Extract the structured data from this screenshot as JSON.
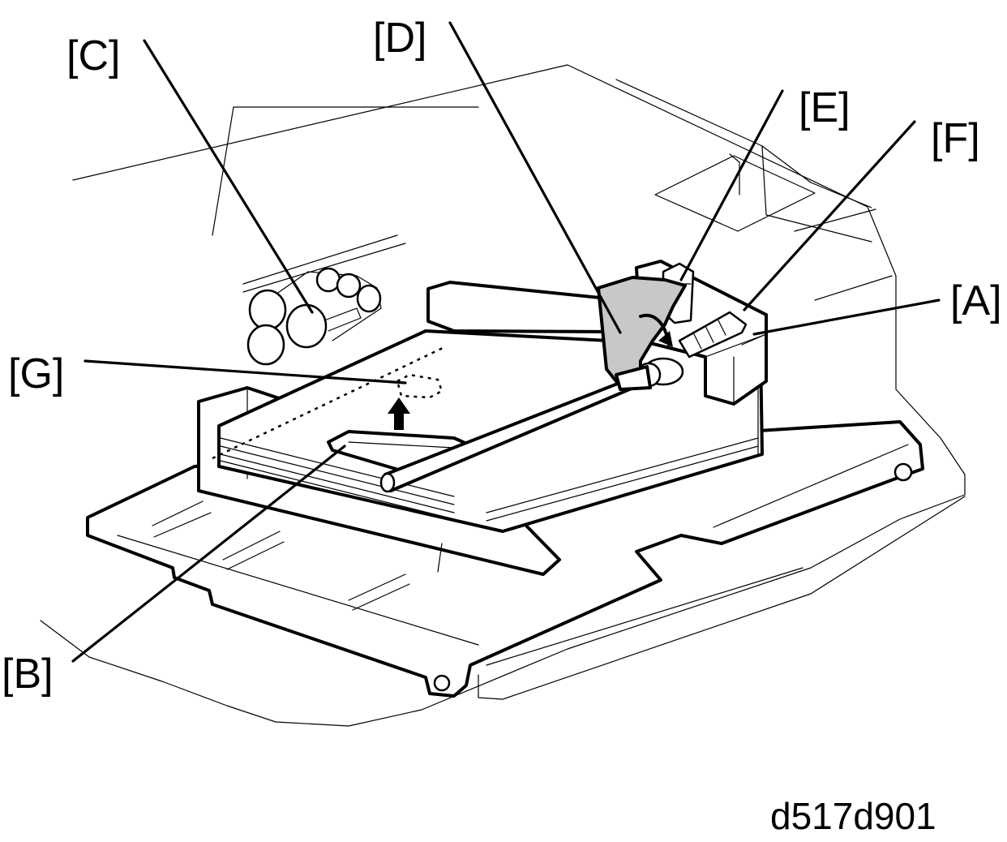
{
  "callouts": {
    "a": "[A]",
    "b": "[B]",
    "c": "[C]",
    "d": "[D]",
    "e": "[E]",
    "f": "[F]",
    "g": "[G]"
  },
  "figure_id": "d517d901",
  "colors": {
    "line": "#000000",
    "background": "#ffffff",
    "highlight_part": "#c8c8c8"
  }
}
